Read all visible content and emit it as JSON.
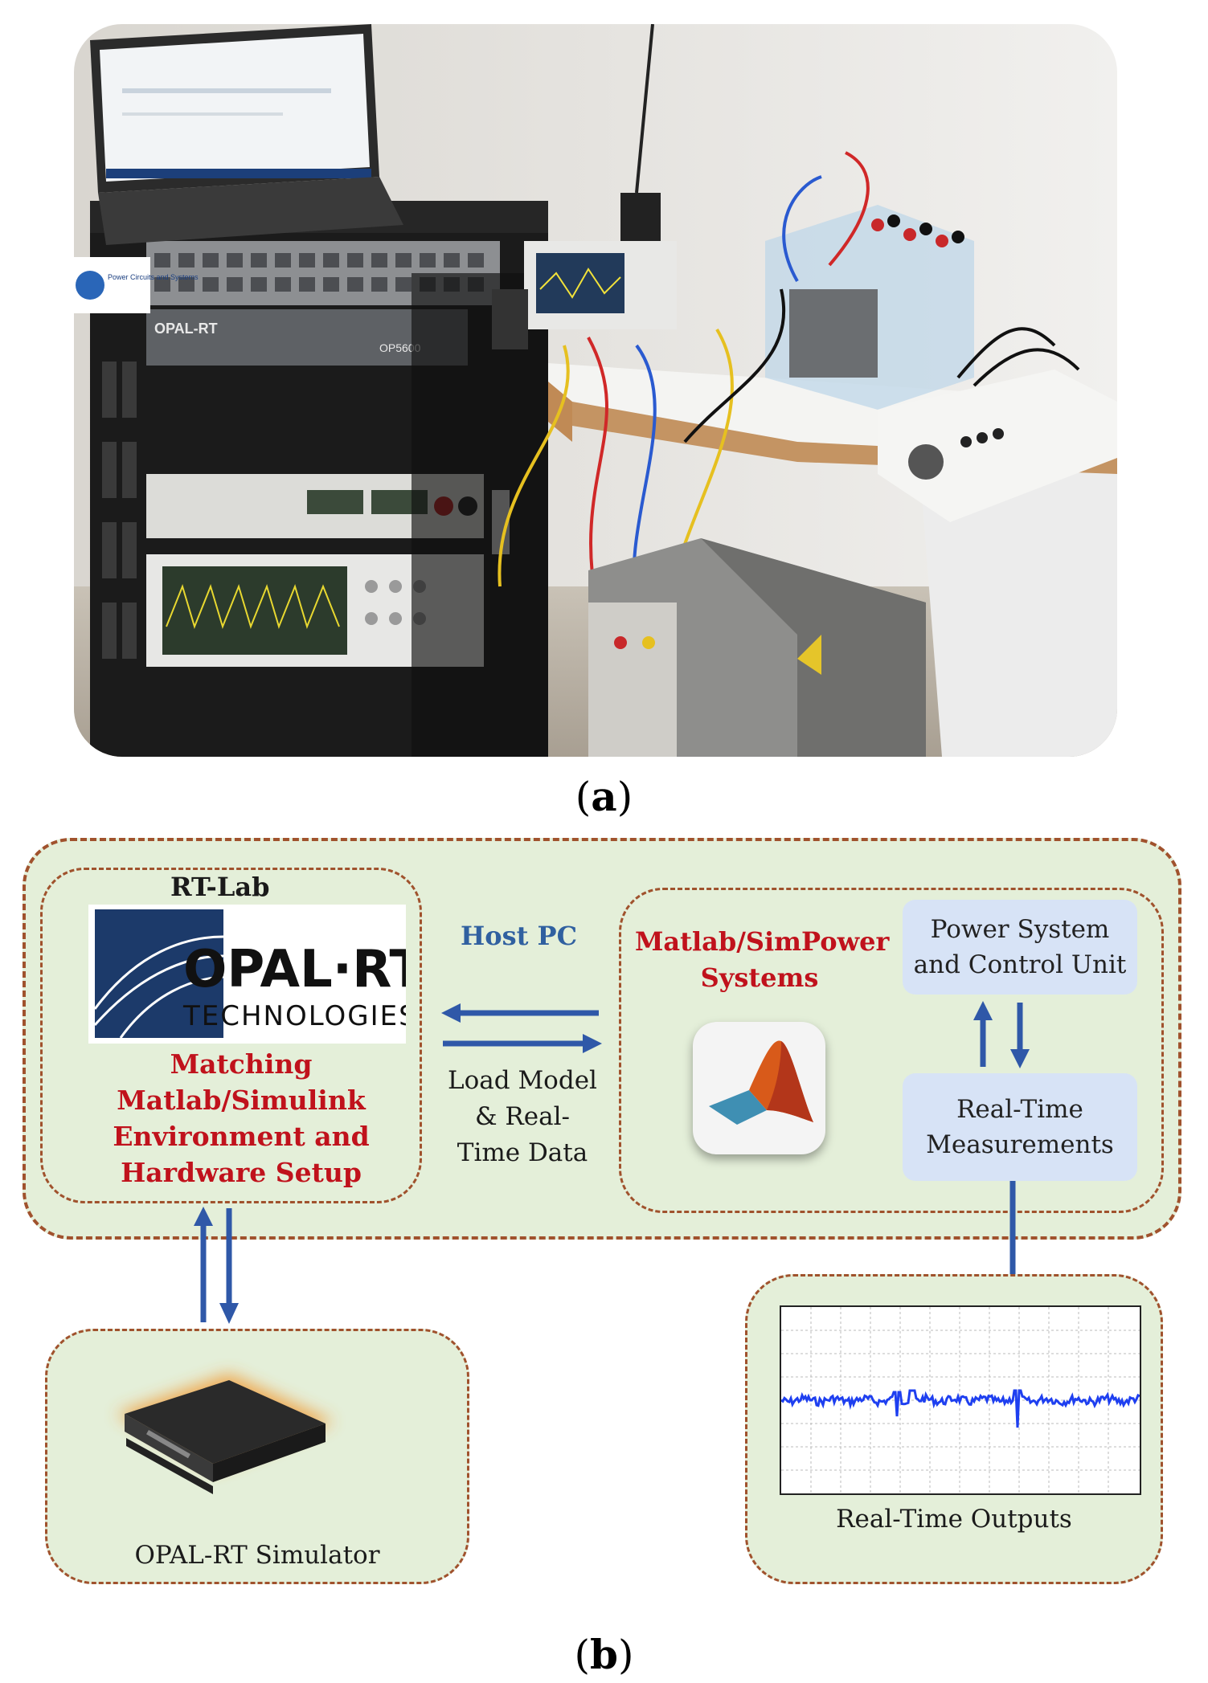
{
  "panel_a": {
    "caption_open": "(",
    "caption_letter": "a",
    "caption_close": ")",
    "photo_labels": {
      "lab_sticker": "Power Circuits and Systems",
      "rack_brand": "OPAL-RT",
      "rack_model": "OP5600"
    }
  },
  "panel_b": {
    "caption_open": "(",
    "caption_letter": "b",
    "caption_close": ")",
    "rt_lab": {
      "title": "RT-Lab",
      "logo_main": "OPAL·RT",
      "logo_sub": "TECHNOLOGIES",
      "description_lines": [
        "Matching",
        "Matlab/Simulink",
        "Environment and",
        "Hardware Setup"
      ]
    },
    "host_pc": {
      "label": "Host PC"
    },
    "link": {
      "lines": [
        "Load Model",
        "& Real-",
        "Time Data"
      ]
    },
    "matlab": {
      "title_lines": [
        "Matlab/SimPower",
        "Systems"
      ]
    },
    "power_system": {
      "lines": [
        "Power System",
        "and Control Unit"
      ]
    },
    "measurements": {
      "lines": [
        "Real-Time",
        "Measurements"
      ]
    },
    "simulator": {
      "label": "OPAL-RT Simulator"
    },
    "outputs": {
      "label": "Real-Time Outputs"
    },
    "colors": {
      "arrow": "#2f58a8",
      "box_fill": "#e4efd9",
      "dash_border": "#a0522d",
      "title_red": "#c0121c",
      "host_blue": "#3060a0",
      "light_box": "#d7e3f6",
      "waveform": "#1e3ff0"
    }
  }
}
